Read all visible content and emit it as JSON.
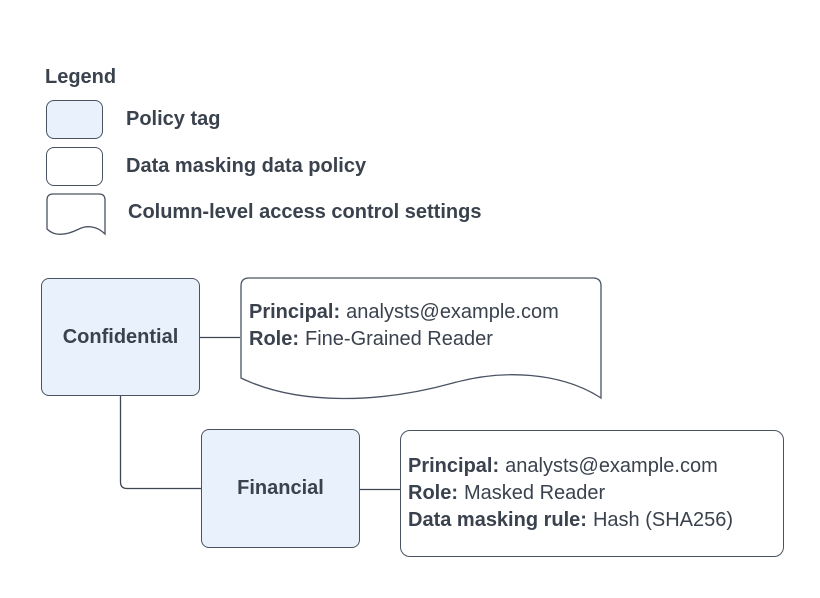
{
  "legend": {
    "title": "Legend",
    "items": [
      {
        "id": "policy-tag",
        "label": "Policy tag"
      },
      {
        "id": "data-masking-data-policy",
        "label": "Data masking data policy"
      },
      {
        "id": "column-level-access-control-settings",
        "label": "Column-level access control settings"
      }
    ]
  },
  "diagram": {
    "policy_tags": [
      {
        "label": "Confidential"
      },
      {
        "label": "Financial"
      }
    ],
    "access_control_settings": {
      "lines": [
        {
          "label": "Principal:",
          "value": "analysts@example.com"
        },
        {
          "label": "Role:",
          "value": "Fine-Grained Reader"
        }
      ]
    },
    "data_masking_policy": {
      "lines": [
        {
          "label": "Principal:",
          "value": "analysts@example.com"
        },
        {
          "label": "Role:",
          "value": "Masked Reader"
        },
        {
          "label": "Data masking rule:",
          "value": "Hash (SHA256)"
        }
      ]
    }
  },
  "colors": {
    "policy_tag_fill": "#E9F1FC",
    "node_border": "#4A5362",
    "connector": "#3E4653",
    "text": "#3A424E",
    "background": "#FFFFFF"
  }
}
